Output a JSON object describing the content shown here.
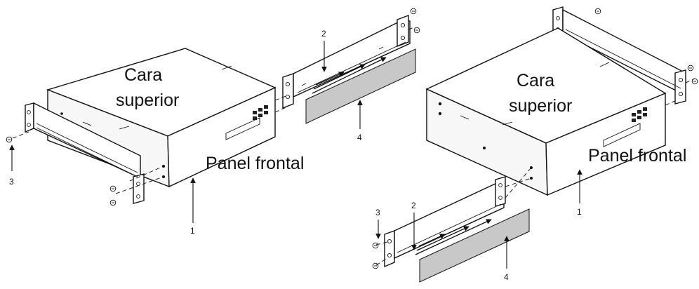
{
  "figure": {
    "left": {
      "label_top": "Cara",
      "label_top_2": "superior",
      "label_front": "Panel frontal",
      "callouts": {
        "c1": "1",
        "c2": "2",
        "c3": "3",
        "c4": "4"
      }
    },
    "right": {
      "label_top": "Cara",
      "label_top_2": "superior",
      "label_front": "Panel frontal",
      "callouts": {
        "c1": "1",
        "c2": "2",
        "c3": "3",
        "c4": "4"
      }
    },
    "colors": {
      "line": "#111111",
      "pad": "#c8c8c8",
      "face_top": "#ffffff",
      "face_side": "#f7f7f7"
    }
  }
}
